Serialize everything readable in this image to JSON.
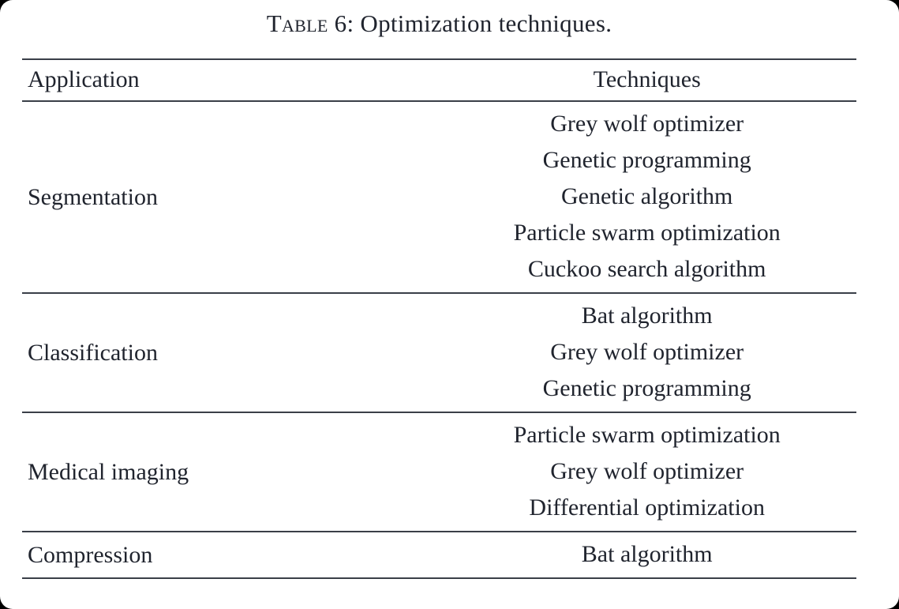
{
  "caption": {
    "label": "Table",
    "rest": " 6: Optimization techniques."
  },
  "table": {
    "columns": [
      "Application",
      "Techniques"
    ],
    "rows": [
      {
        "application": "Segmentation",
        "techniques": [
          "Grey wolf optimizer",
          "Genetic programming",
          "Genetic algorithm",
          "Particle swarm optimization",
          "Cuckoo search algorithm"
        ]
      },
      {
        "application": "Classification",
        "techniques": [
          "Bat algorithm",
          "Grey wolf optimizer",
          "Genetic programming"
        ]
      },
      {
        "application": "Medical imaging",
        "techniques": [
          "Particle swarm optimization",
          "Grey wolf optimizer",
          "Differential optimization"
        ]
      },
      {
        "application": "Compression",
        "techniques": [
          "Bat algorithm"
        ]
      }
    ]
  },
  "colors": {
    "rule": "#3a3f48",
    "text": "#20242e",
    "page_background": "#ffffff"
  }
}
